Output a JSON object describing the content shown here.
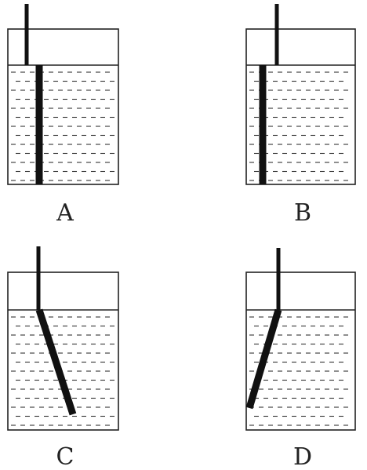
{
  "colors": {
    "background": "#ffffff",
    "outline": "#222222",
    "water_dash": "#333333",
    "rod": "#111111"
  },
  "panels": [
    {
      "id": "a",
      "label": "A",
      "rod_bend": "none",
      "rod_thickness_change": "thicker-below-surface"
    },
    {
      "id": "b",
      "label": "B",
      "rod_bend": "none",
      "rod_thickness_change": "thicker-below-surface"
    },
    {
      "id": "c",
      "label": "C",
      "rod_bend": "toward-right-below-surface",
      "rod_thickness_change": "thicker-below-surface"
    },
    {
      "id": "d",
      "label": "D",
      "rod_bend": "toward-left-below-surface",
      "rod_thickness_change": "thicker-below-surface"
    }
  ]
}
